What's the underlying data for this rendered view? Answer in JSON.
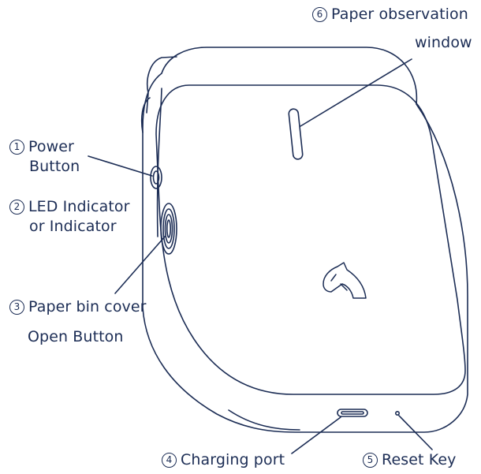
{
  "labels": {
    "paper_window": {
      "number": "6",
      "line1": "Paper observation",
      "line2": "window"
    },
    "power": {
      "number": "1",
      "line1": "Power",
      "line2": "Button"
    },
    "led": {
      "number": "2",
      "line1": "LED Indicator",
      "line2": "or Indicator"
    },
    "paper_bin": {
      "number": "3",
      "line1": "Paper bin cover",
      "line2": "Open Button"
    },
    "charging": {
      "number": "4",
      "line1": "Charging port"
    },
    "reset": {
      "number": "5",
      "line1": "Reset Key"
    }
  },
  "colors": {
    "line": "#1c2d55",
    "background": "#ffffff"
  },
  "icons": {
    "logo": "horse-head-logo"
  }
}
